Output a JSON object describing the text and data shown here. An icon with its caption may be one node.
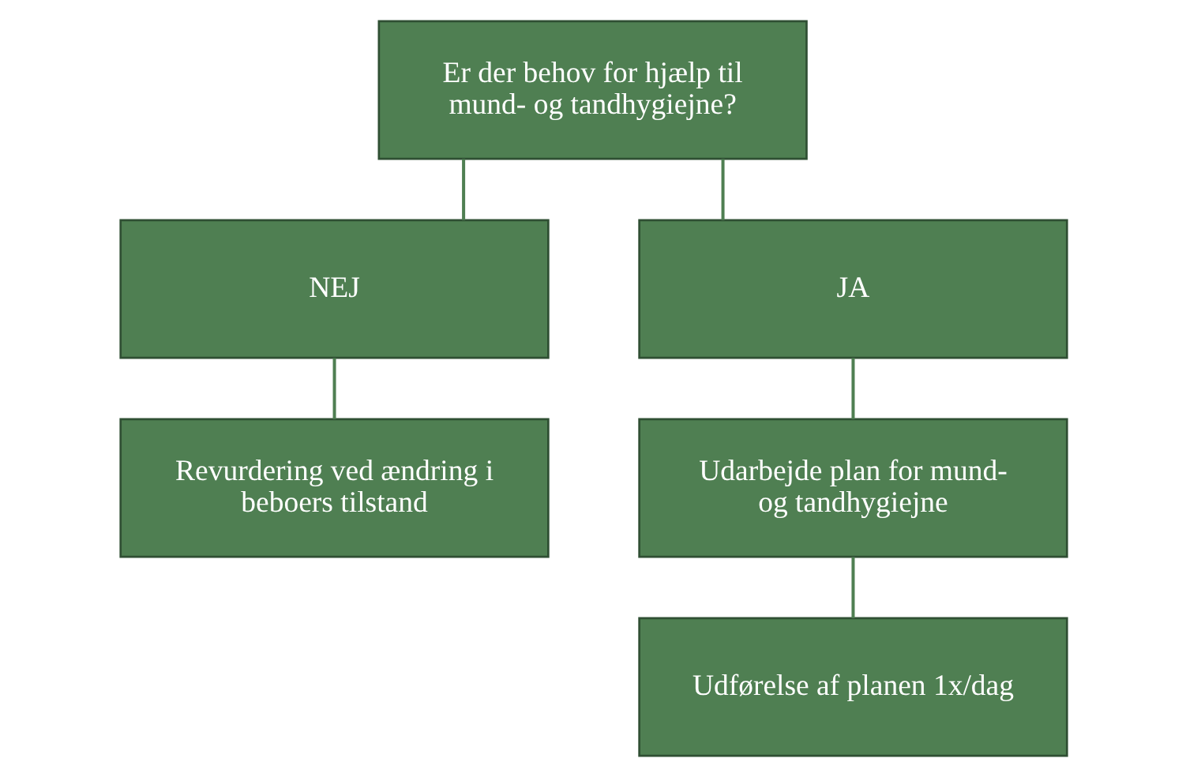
{
  "diagram": {
    "nodes": [
      {
        "text": [
          "Er der behov for hjælp til mund- og tandhygiejne?"
        ]
      },
      {
        "text": [
          "NEJ"
        ]
      },
      {
        "text": [
          "JA"
        ]
      },
      {
        "text": [
          "Revurdering ved ændring i beboers tilstand"
        ]
      },
      {
        "text": [
          "Udarbejde plan for mund- og tandhygiejne"
        ]
      },
      {
        "text": [
          "Udførelse af planen 1x/dag"
        ]
      }
    ],
    "edges": [
      {
        "from": 0,
        "to": 1,
        "arrow": "none"
      },
      {
        "from": 0,
        "to": 2,
        "arrow": "none"
      },
      {
        "from": 1,
        "to": 3,
        "arrow": "none"
      },
      {
        "from": 2,
        "to": 4,
        "arrow": "none"
      },
      {
        "from": 4,
        "to": 5,
        "arrow": "none"
      }
    ]
  }
}
